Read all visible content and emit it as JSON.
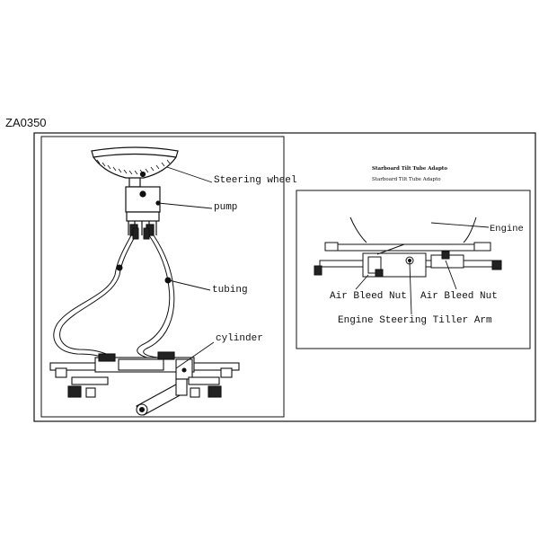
{
  "figure": {
    "code": "ZA0350"
  },
  "left_panel": {
    "labels": {
      "steering_wheel": "Steering wheel",
      "pump": "pump",
      "tubing": "tubing",
      "cylinder": "cylinder"
    }
  },
  "right_panel": {
    "title": "Starboard Tilt Tube Adapto",
    "subtitle": "Starboard Tilt Tube Adapto",
    "labels": {
      "engine": "Engine",
      "air_bleed_nut_left": "Air Bleed Nut",
      "air_bleed_nut_right": "Air Bleed Nut",
      "tiller_arm": "Engine Steering Tiller Arm"
    }
  }
}
